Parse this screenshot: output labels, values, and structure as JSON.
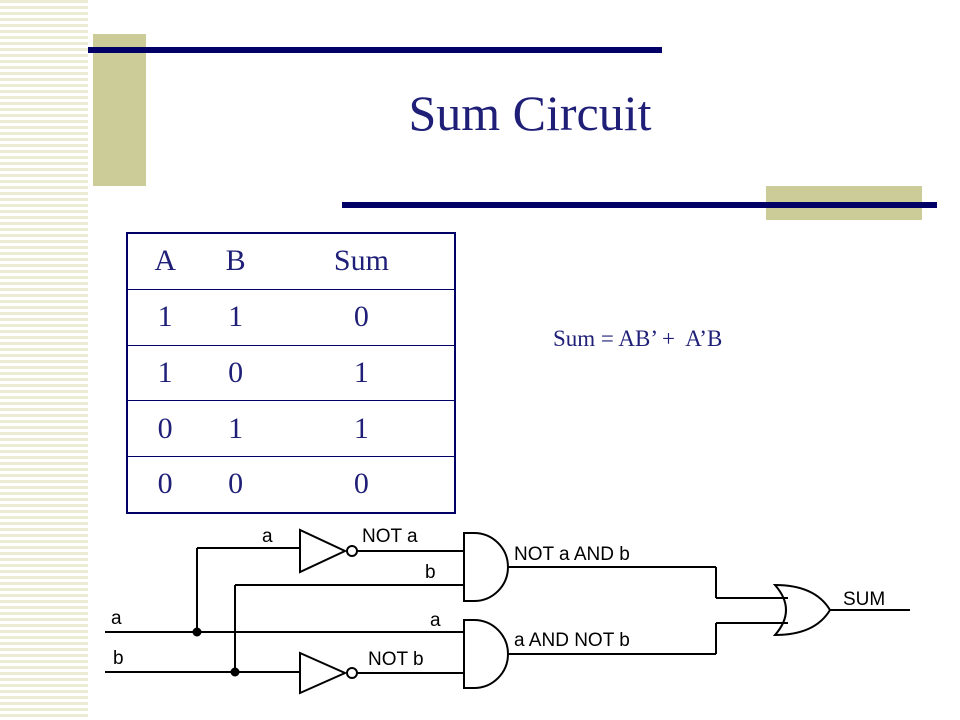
{
  "slide": {
    "title": "Sum Circuit",
    "formula": "Sum = AB’ +  A’B"
  },
  "truth_table": {
    "headers": [
      "A",
      "B",
      "Sum"
    ],
    "rows": [
      [
        "1",
        "1",
        "0"
      ],
      [
        "1",
        "0",
        "1"
      ],
      [
        "0",
        "1",
        "1"
      ],
      [
        "0",
        "0",
        "0"
      ]
    ]
  },
  "circuit": {
    "input_a": "a",
    "input_b": "b",
    "not_gate_top_in": "a",
    "not_gate_top_out": "NOT a",
    "and_top_in_b": "b",
    "and_top_out": "NOT a AND b",
    "and_bottom_in_a": "a",
    "not_gate_bottom_out": "NOT b",
    "and_bottom_out": "a AND NOT b",
    "or_out": "SUM"
  },
  "colors": {
    "accent_navy": "#000066",
    "text_navy": "#1f1f78",
    "olive": "#cccc99"
  }
}
